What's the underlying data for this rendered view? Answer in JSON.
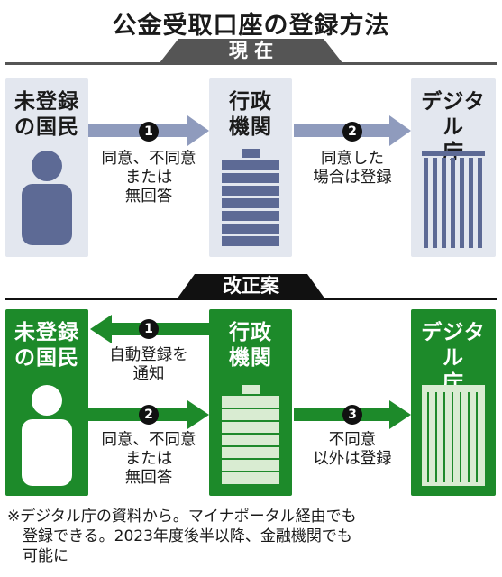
{
  "title": "公金受取口座の登録方法",
  "current": {
    "tab": "現 在",
    "citizen_label": [
      "未登録",
      "の国民"
    ],
    "agency_label": [
      "行政",
      "機関"
    ],
    "digital_label": [
      "デジタル",
      "庁"
    ],
    "step1": {
      "num": "1",
      "caption": [
        "同意、不同意",
        "または",
        "無回答"
      ]
    },
    "step2": {
      "num": "2",
      "caption": [
        "同意した",
        "場合は登録"
      ]
    }
  },
  "proposal": {
    "tab": "改正案",
    "citizen_label": [
      "未登録",
      "の国民"
    ],
    "agency_label": [
      "行政",
      "機関"
    ],
    "digital_label": [
      "デジタル",
      "庁"
    ],
    "step1": {
      "num": "1",
      "caption": [
        "自動登録を",
        "通知"
      ]
    },
    "step2": {
      "num": "2",
      "caption": [
        "同意、不同意",
        "または",
        "無回答"
      ]
    },
    "step3": {
      "num": "3",
      "caption": [
        "不同意",
        "以外は登録"
      ]
    }
  },
  "note": [
    "※デジタル庁の資料から。マイナポータル経由でも",
    "登録できる。2023年度後半以降、金融機関でも",
    "可能に"
  ],
  "colors": {
    "current_box": "#e3e7ef",
    "current_arrow": "#8f9bbd",
    "current_icon": "#5d6a95",
    "tab_current": "#555555",
    "proposal_green": "#1d8a2a",
    "proposal_light": "#d9ecd2",
    "black": "#111111"
  }
}
